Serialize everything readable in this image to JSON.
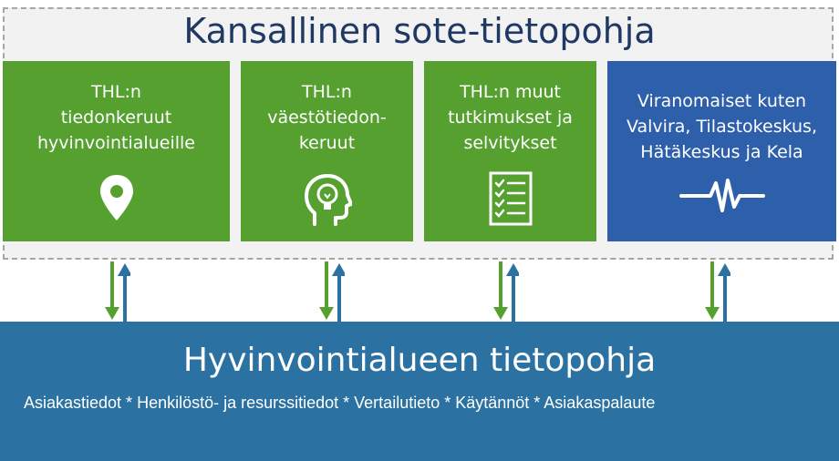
{
  "diagram": {
    "national_title": "Kansallinen sote-tietopohja",
    "boxes": [
      {
        "label": "THL:n\ntiedonkeruut\nhyvinvointialueille",
        "icon": "location-pin-icon"
      },
      {
        "label": "THL:n\nväestötiedon-\nkeruut",
        "icon": "head-lightbulb-icon"
      },
      {
        "label": "THL:n muut\ntutkimukset ja\nselvitykset",
        "icon": "checklist-icon"
      },
      {
        "label": "Viranomaiset  kuten\nValvira, Tilastokeskus,\nHätäkeskus ja Kela",
        "icon": "pulse-line-icon"
      }
    ],
    "bottom_title": "Hyvinvointialueen tietopohja",
    "bottom_subtitle": "Asiakastiedot * Henkilöstö- ja resurssitiedot * Vertailutieto * Käytännöt * Asiakaspalaute"
  },
  "colors": {
    "title_text": "#1f3864",
    "green_box": "#56a030",
    "blue_box": "#2d5fab",
    "bottom_band": "#2b72a2",
    "down_arrow": "#56a030",
    "up_arrow": "#2b72a2",
    "frame_background": "#f2f2f2",
    "frame_border": "#a6a6a6"
  }
}
